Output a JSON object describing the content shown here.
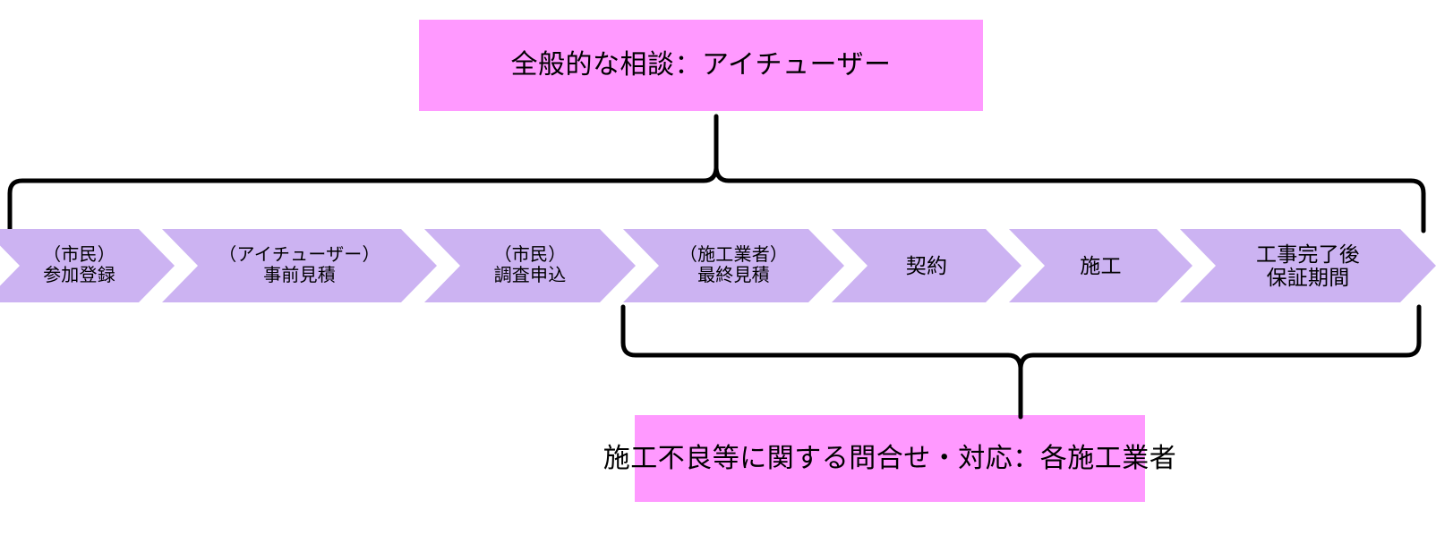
{
  "diagram": {
    "title_top_callout": "全般的な相談：アイチューザー",
    "title_bottom_callout": "施工不良等に関する問合せ・対応：各施工業者",
    "colors": {
      "callout_fill": "#ff99ff",
      "chevron_fill": "#ccb3f2",
      "brace_stroke": "#000000",
      "background": "#ffffff",
      "text": "#000000"
    },
    "steps": [
      {
        "line1": "（市民）",
        "line2": "参加登録",
        "single": ""
      },
      {
        "line1": "（アイチューザー）",
        "line2": "事前見積",
        "single": ""
      },
      {
        "line1": "（市民）",
        "line2": "調査申込",
        "single": ""
      },
      {
        "line1": "（施工業者）",
        "line2": "最終見積",
        "single": ""
      },
      {
        "line1": "",
        "line2": "",
        "single": "契約"
      },
      {
        "line1": "",
        "line2": "",
        "single": "施工"
      },
      {
        "line1": "工事完了後",
        "line2": "保証期間",
        "single": ""
      }
    ],
    "braces": {
      "top": {
        "label": "全般的な相談：アイチューザー",
        "covers_steps": "all",
        "pointer_direction": "up"
      },
      "bottom": {
        "label": "施工不良等に関する問合せ・対応：各施工業者",
        "covers_steps": "最終見積〜保証期間",
        "pointer_direction": "down"
      }
    }
  }
}
